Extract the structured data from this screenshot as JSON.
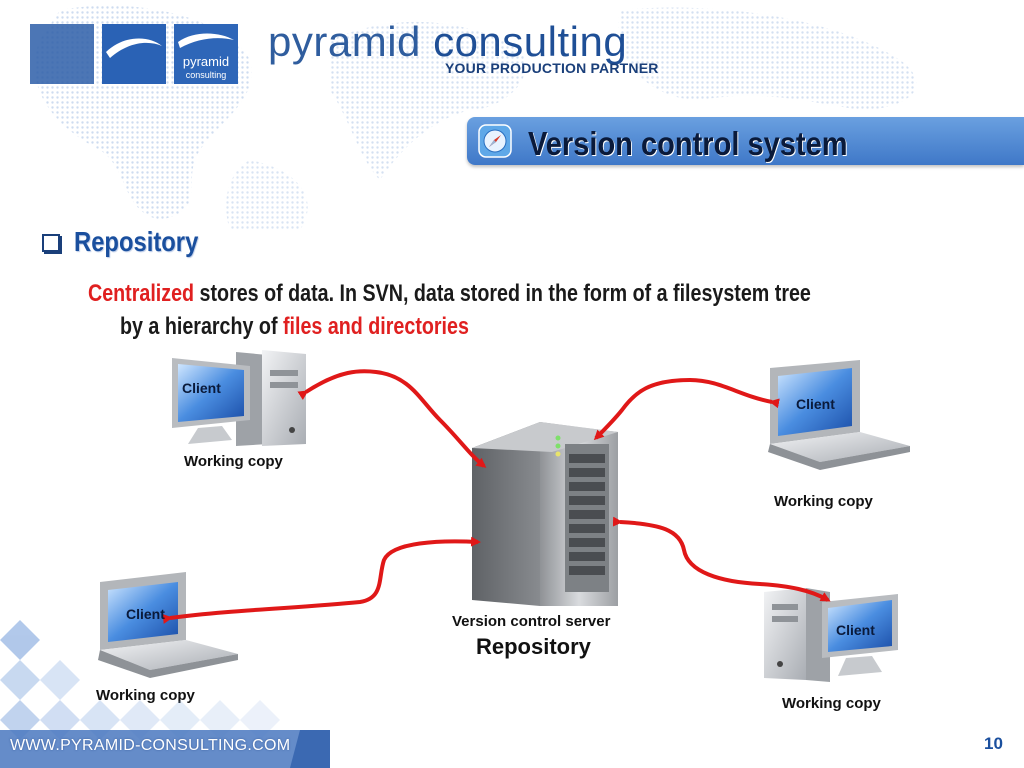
{
  "logo": {
    "brand_small": "pyramid",
    "brand_small_sub": "consulting",
    "brand_word1": "pyramid",
    "brand_word2": "consulting",
    "tagline": "YOUR PRODUCTION PARTNER",
    "colors": {
      "primary": "#2f5d9e",
      "dark": "#1a3f7a"
    }
  },
  "title": {
    "text": "Version control system",
    "icon": "compass-icon",
    "band_color": "#4a84d0"
  },
  "section": {
    "heading": "Repository",
    "line1": {
      "highlight": "Centralized",
      "rest": " stores of data. In SVN, data stored in the form of a filesystem tree"
    },
    "line2": {
      "prefix": "by a hierarchy of ",
      "highlight": "files and directories"
    },
    "highlight_color": "#e02020"
  },
  "diagram": {
    "server": {
      "caption": "Version control server",
      "title": "Repository"
    },
    "clients": [
      {
        "screen_label": "Client",
        "caption": "Working copy"
      },
      {
        "screen_label": "Client",
        "caption": "Working copy"
      },
      {
        "screen_label": "Client",
        "caption": "Working copy"
      },
      {
        "screen_label": "Client",
        "caption": "Working copy"
      }
    ],
    "arrow_color": "#e01818"
  },
  "footer": {
    "url": "WWW.PYRAMID-CONSULTING.COM",
    "page_number": "10"
  }
}
